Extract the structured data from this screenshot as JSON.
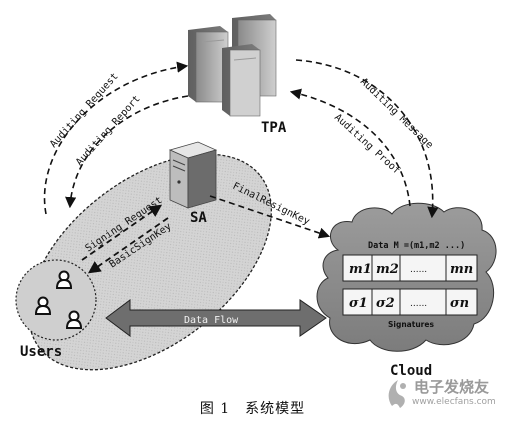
{
  "nodes": {
    "tpa": "TPA",
    "sa": "SA",
    "users": "Users",
    "cloud": "Cloud"
  },
  "edges": {
    "auditing_request": "Auditing Request",
    "auditing_report": "Auditing Report",
    "auditing_message": "Auditing Message",
    "auditing_proof": "Auditing Proof",
    "signing_request": "Signing Request",
    "basic_sign_key": "BasicSignKey",
    "final_resign_key": "FinalResignKey",
    "data_flow": "Data Flow"
  },
  "cloud_content": {
    "data_label": "Data M =(m1,m2 ...)",
    "data_cells": [
      "m1",
      "m2",
      "......",
      "mn"
    ],
    "signature_cells": [
      "σ1",
      "σ2",
      "......",
      "σn"
    ],
    "signatures_label": "Signatures"
  },
  "caption": "图 1　系统模型",
  "watermark": {
    "title": "电子发烧友",
    "url": "www.elecfans.com"
  }
}
